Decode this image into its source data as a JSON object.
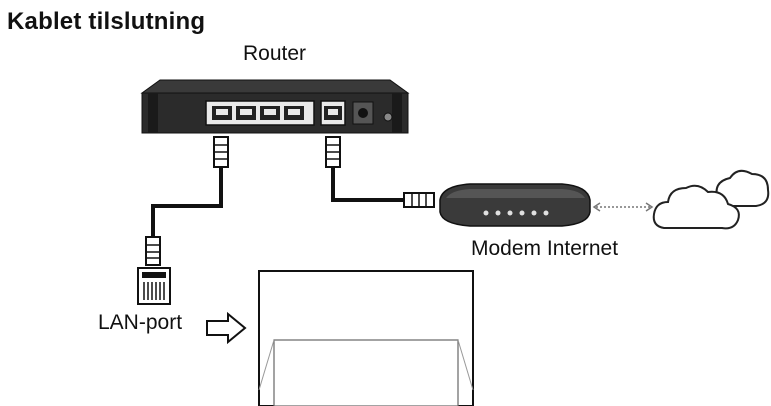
{
  "title": "Kablet tilslutning",
  "labels": {
    "router": "Router",
    "modem": "Modem Internet",
    "lan_port": "LAN-port"
  }
}
